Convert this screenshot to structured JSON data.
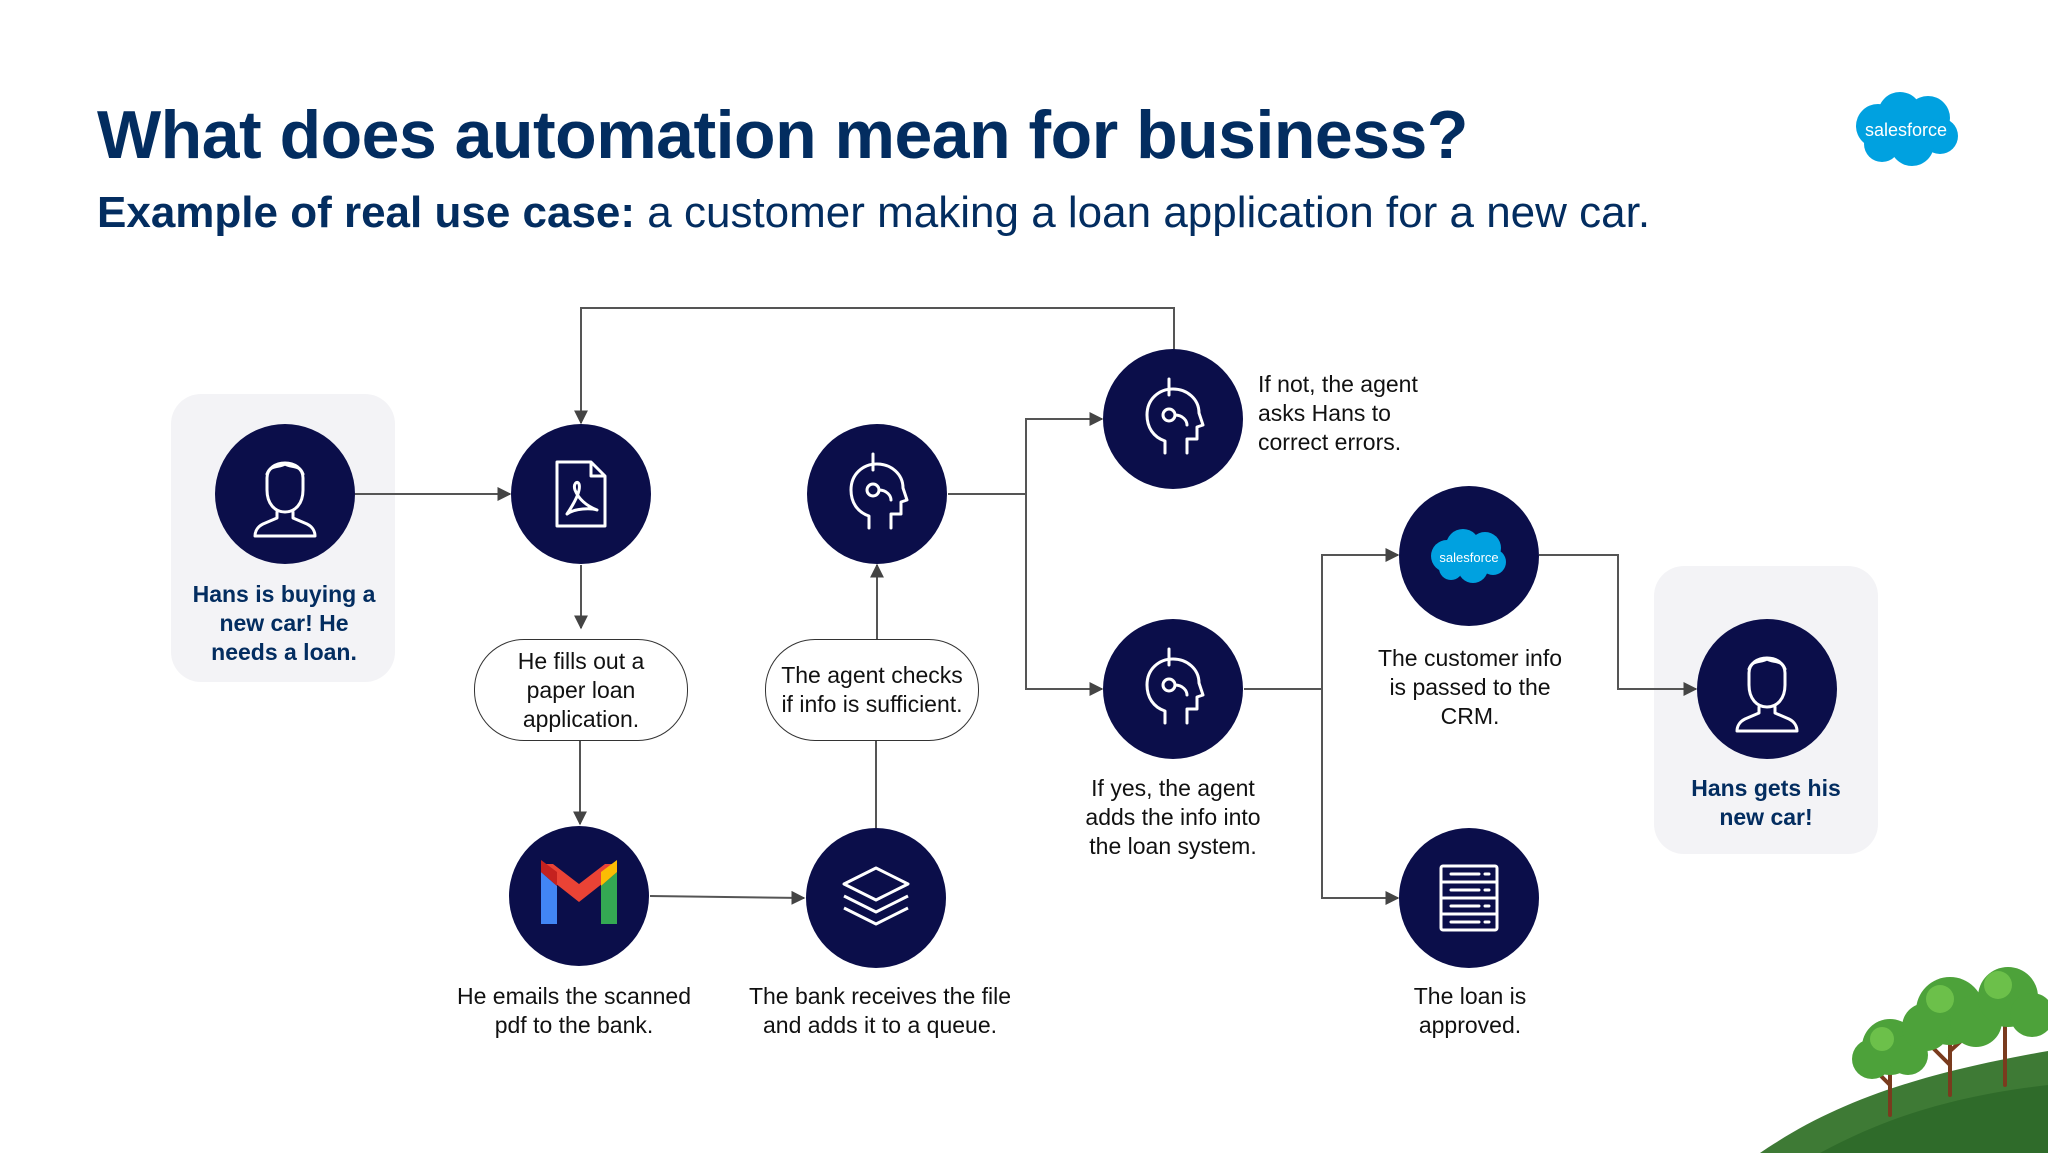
{
  "slide": {
    "title": "What does automation mean for business?",
    "subtitle_bold": "Example of real use case:",
    "subtitle_rest": " a customer making a loan application for a new car."
  },
  "brand": {
    "logo_text": "salesforce",
    "accent_color": "#00A1E0",
    "title_color": "#032D60",
    "node_color": "#0B0E4A"
  },
  "diagram": {
    "nodes": [
      {
        "id": "hans-start",
        "icon": "person-icon"
      },
      {
        "id": "paper-form",
        "icon": "pdf-document-icon"
      },
      {
        "id": "agent-check",
        "icon": "headset-agent-icon"
      },
      {
        "id": "agent-not",
        "icon": "headset-agent-icon"
      },
      {
        "id": "agent-yes",
        "icon": "headset-agent-icon"
      },
      {
        "id": "email",
        "icon": "gmail-icon"
      },
      {
        "id": "queue",
        "icon": "layers-icon"
      },
      {
        "id": "crm",
        "icon": "salesforce-logo-icon",
        "text": "salesforce"
      },
      {
        "id": "approved",
        "icon": "server-list-icon"
      },
      {
        "id": "hans-end",
        "icon": "person-icon"
      }
    ],
    "labels": {
      "hans_start": "Hans is buying a new car! He needs a loan.",
      "paper_form": "He fills out a paper loan application.",
      "agent_check": "The agent checks if info is sufficient.",
      "agent_not": "If not, the agent asks Hans to correct errors.",
      "agent_yes": "If yes, the agent adds the info into the loan system.",
      "email": "He emails the scanned pdf to the bank.",
      "queue": "The bank receives the file and adds it to a queue.",
      "crm": "The customer info is passed to the CRM.",
      "approved": "The loan is approved.",
      "hans_end": "Hans gets his new car!"
    }
  }
}
